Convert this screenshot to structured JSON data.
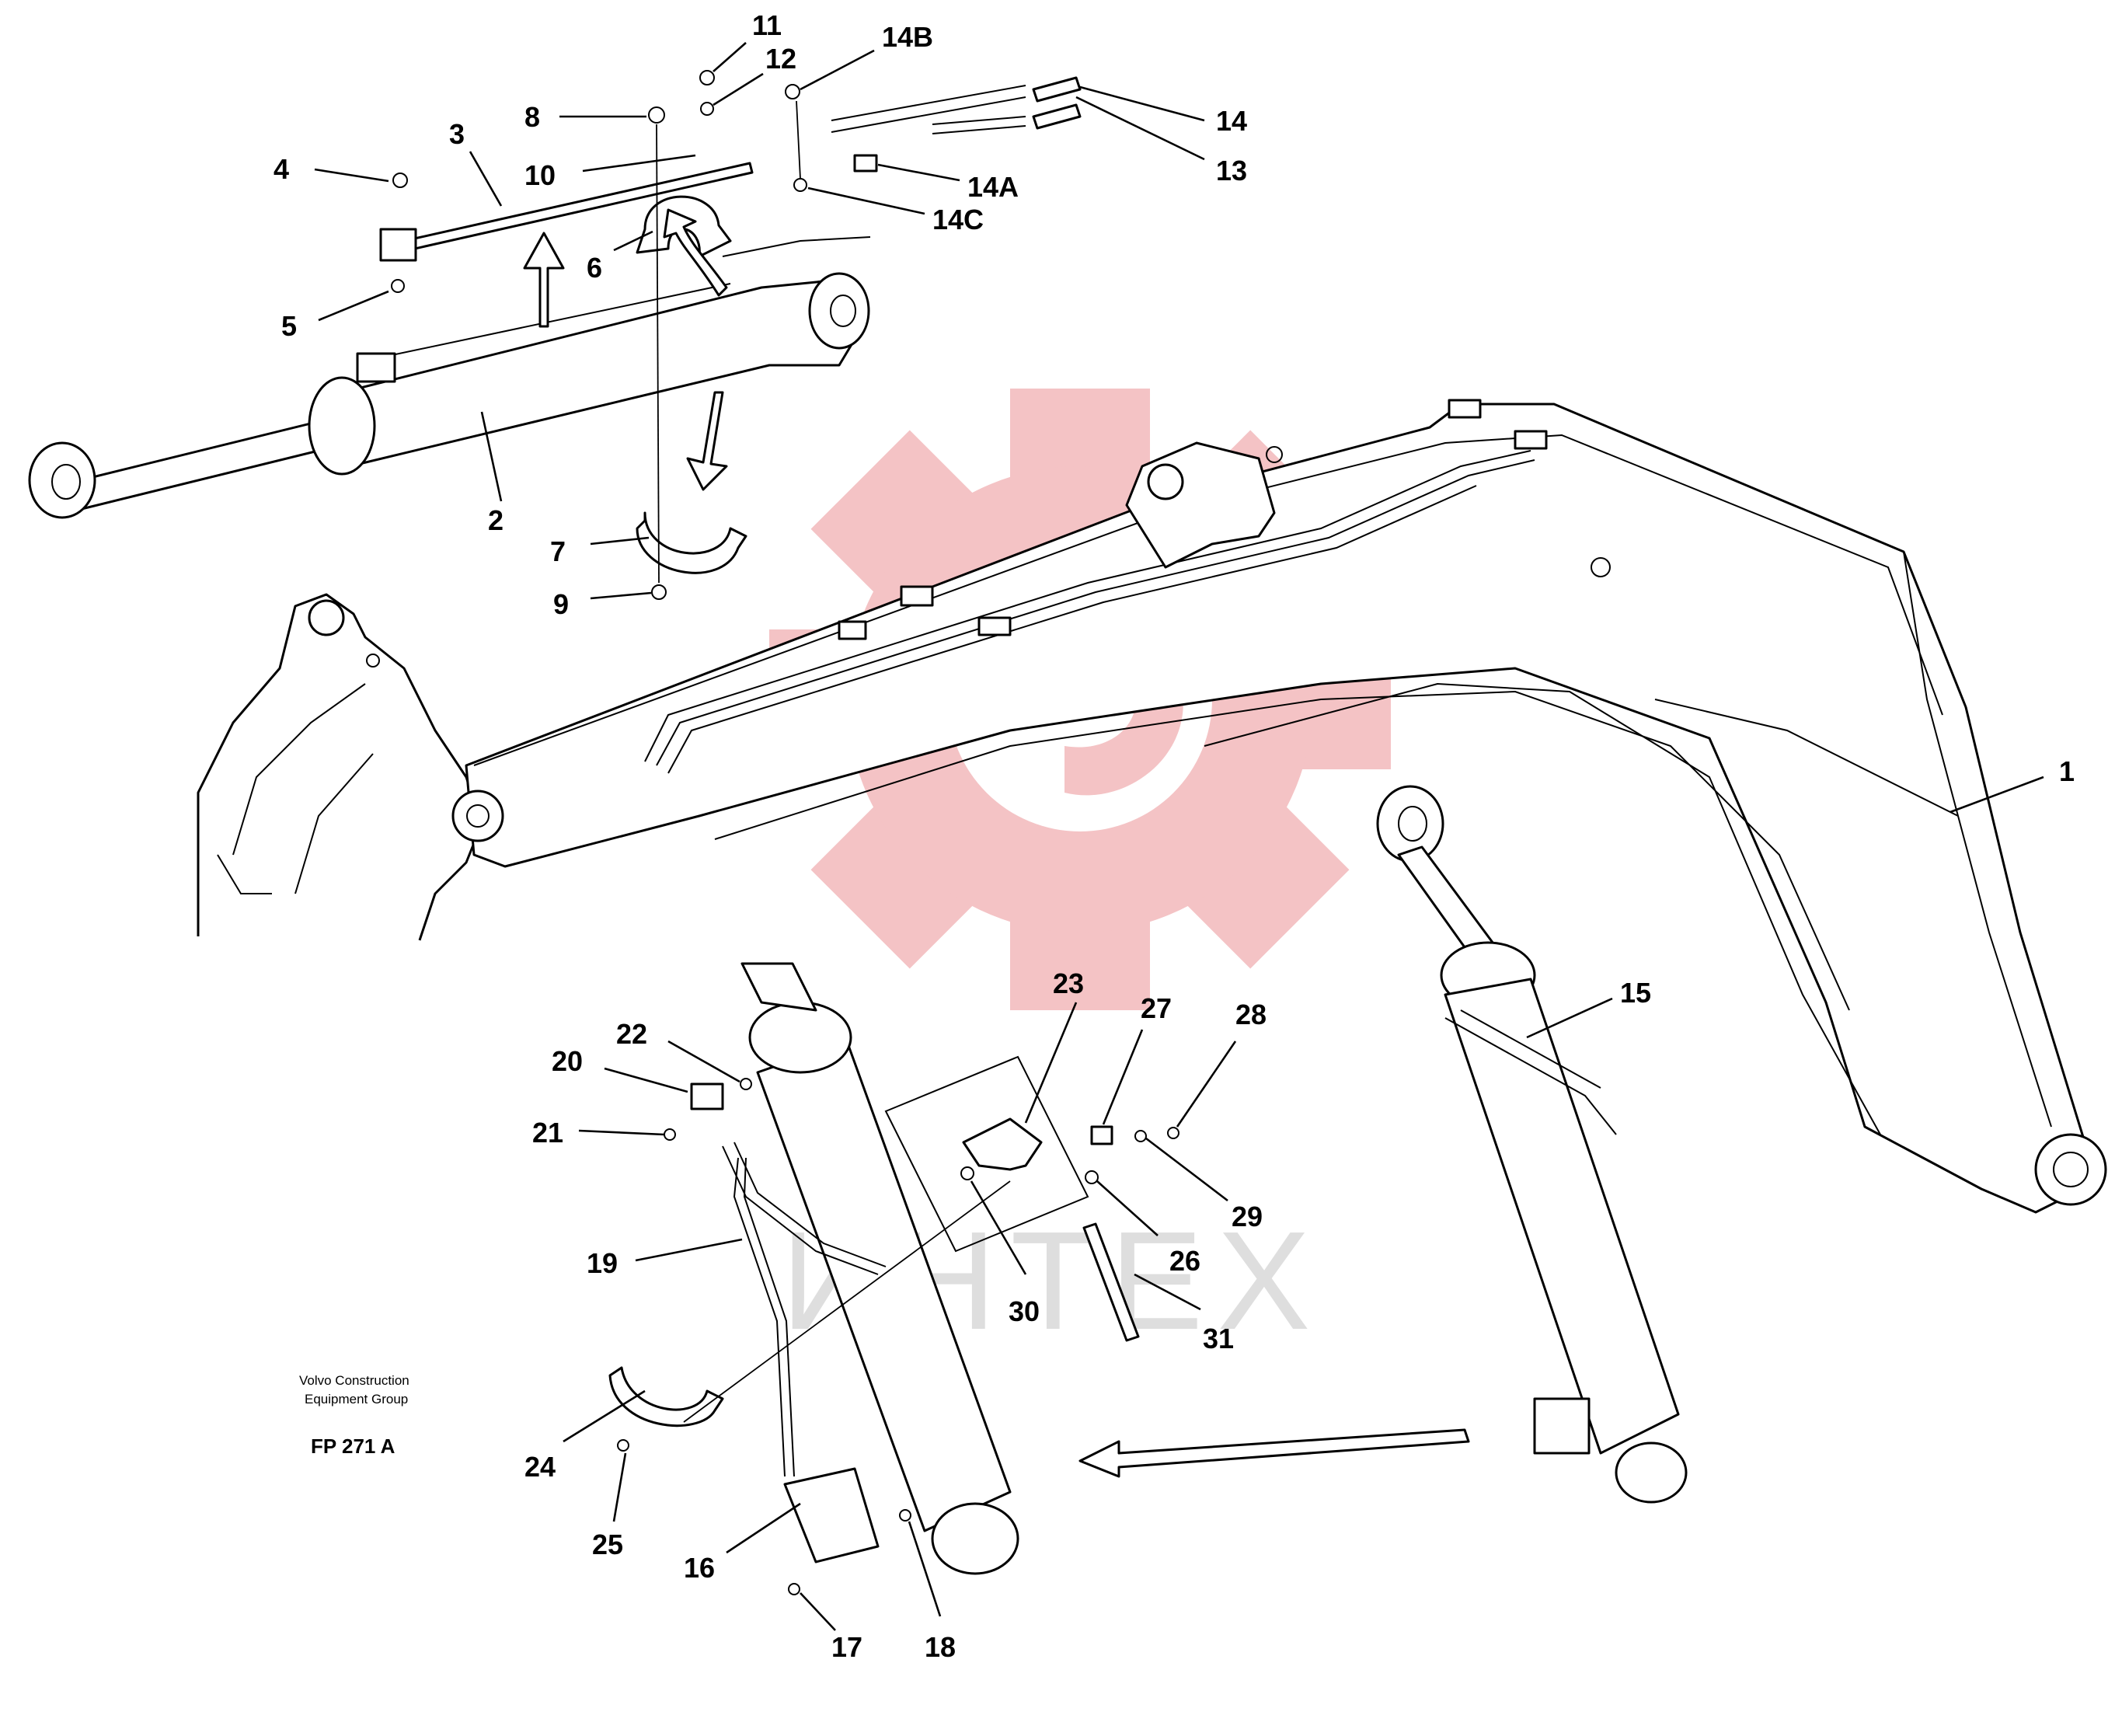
{
  "diagram": {
    "company_line_1": "Volvo Construction",
    "company_line_2": "Equipment Group",
    "figure_code": "FP 271 A",
    "watermark_text": "ИНТЕХ",
    "watermark_color": "#f2b9bb",
    "callouts": [
      {
        "id": "1",
        "label": "1"
      },
      {
        "id": "2",
        "label": "2"
      },
      {
        "id": "3",
        "label": "3"
      },
      {
        "id": "4",
        "label": "4"
      },
      {
        "id": "5",
        "label": "5"
      },
      {
        "id": "6",
        "label": "6"
      },
      {
        "id": "7",
        "label": "7"
      },
      {
        "id": "8",
        "label": "8"
      },
      {
        "id": "9",
        "label": "9"
      },
      {
        "id": "10",
        "label": "10"
      },
      {
        "id": "11",
        "label": "11"
      },
      {
        "id": "12",
        "label": "12"
      },
      {
        "id": "13",
        "label": "13"
      },
      {
        "id": "14",
        "label": "14"
      },
      {
        "id": "14A",
        "label": "14A"
      },
      {
        "id": "14B",
        "label": "14B"
      },
      {
        "id": "14C",
        "label": "14C"
      },
      {
        "id": "15",
        "label": "15"
      },
      {
        "id": "16",
        "label": "16"
      },
      {
        "id": "17",
        "label": "17"
      },
      {
        "id": "18",
        "label": "18"
      },
      {
        "id": "19",
        "label": "19"
      },
      {
        "id": "20",
        "label": "20"
      },
      {
        "id": "21",
        "label": "21"
      },
      {
        "id": "22",
        "label": "22"
      },
      {
        "id": "23",
        "label": "23"
      },
      {
        "id": "24",
        "label": "24"
      },
      {
        "id": "25",
        "label": "25"
      },
      {
        "id": "26",
        "label": "26"
      },
      {
        "id": "27",
        "label": "27"
      },
      {
        "id": "28",
        "label": "28"
      },
      {
        "id": "29",
        "label": "29"
      },
      {
        "id": "30",
        "label": "30"
      },
      {
        "id": "31",
        "label": "31"
      }
    ]
  }
}
